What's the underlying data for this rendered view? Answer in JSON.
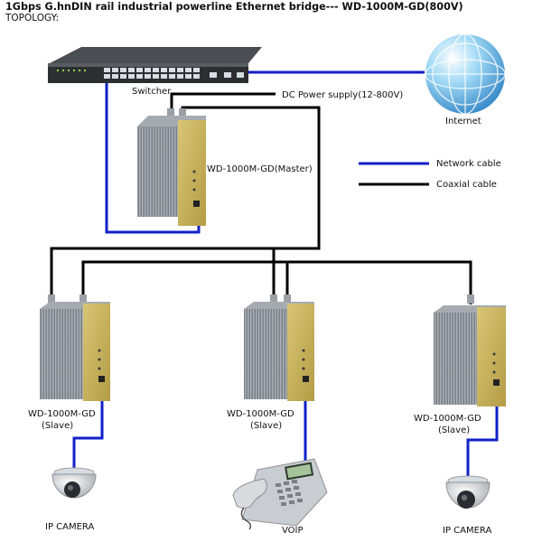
{
  "header": {
    "title": "1Gbps G.hnDIN rail industrial powerline Ethernet bridge--- WD-1000M-GD(800V)",
    "subtitle": "TOPOLOGY:"
  },
  "nodes": {
    "switcher": "Switcher",
    "internet": "Internet",
    "power_supply": "DC Power supply(12-800V)",
    "master": "WD-1000M-GD(Master)",
    "slave_left_model": "WD-1000M-GD",
    "slave_left_role": "(Slave)",
    "slave_mid_model": "WD-1000M-GD",
    "slave_mid_role": "(Slave)",
    "slave_right_model": "WD-1000M-GD",
    "slave_right_role": "(Slave)",
    "camera_left": "IP CAMERA",
    "voip": "VOIP",
    "camera_right": "IP CAMERA"
  },
  "legend": {
    "network": "Network cable",
    "coax": "Coaxial cable"
  },
  "colors": {
    "network_cable": "#1020c8",
    "coaxial_cable": "#000000",
    "device_gold": "#c9b45a",
    "device_metal": "#8a9096"
  }
}
